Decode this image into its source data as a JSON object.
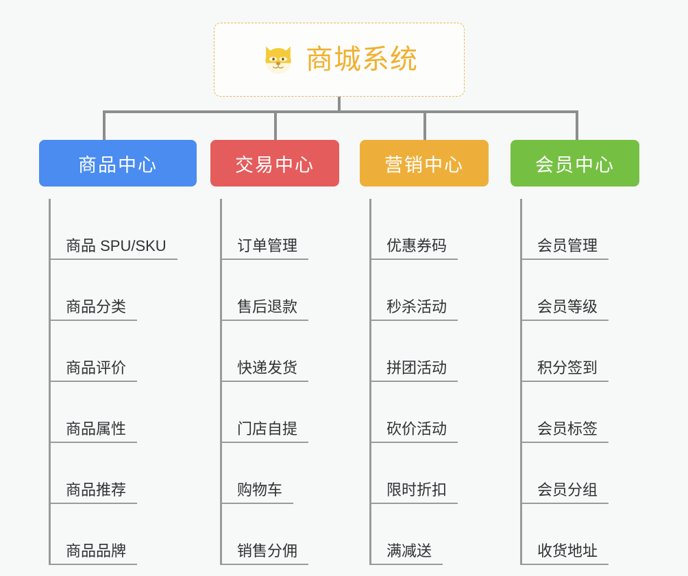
{
  "page": {
    "background_color": "#f7f8f8",
    "title": "商城系统"
  },
  "root": {
    "label": "商城系统",
    "icon": "shiba-dog-emoji",
    "text_color": "#f0b02e",
    "border_color": "#e9b94e",
    "background_color": "#fdfdfc"
  },
  "connector": {
    "color": "#8d8d8d"
  },
  "branches": [
    {
      "id": "product-center",
      "label": "商品中心",
      "color": "#4a8cf0",
      "items": [
        {
          "label": "商品 SPU/SKU"
        },
        {
          "label": "商品分类"
        },
        {
          "label": "商品评价"
        },
        {
          "label": "商品属性"
        },
        {
          "label": "商品推荐"
        },
        {
          "label": "商品品牌"
        }
      ]
    },
    {
      "id": "trade-center",
      "label": "交易中心",
      "color": "#e55c5c",
      "items": [
        {
          "label": "订单管理"
        },
        {
          "label": "售后退款"
        },
        {
          "label": "快递发货"
        },
        {
          "label": "门店自提"
        },
        {
          "label": "购物车"
        },
        {
          "label": "销售分佣"
        }
      ]
    },
    {
      "id": "marketing-center",
      "label": "营销中心",
      "color": "#eeaf3a",
      "items": [
        {
          "label": "优惠券码"
        },
        {
          "label": "秒杀活动"
        },
        {
          "label": "拼团活动"
        },
        {
          "label": "砍价活动"
        },
        {
          "label": "限时折扣"
        },
        {
          "label": "满减送"
        }
      ]
    },
    {
      "id": "member-center",
      "label": "会员中心",
      "color": "#75c043",
      "items": [
        {
          "label": "会员管理"
        },
        {
          "label": "会员等级"
        },
        {
          "label": "积分签到"
        },
        {
          "label": "会员标签"
        },
        {
          "label": "会员分组"
        },
        {
          "label": "收货地址"
        }
      ]
    }
  ]
}
